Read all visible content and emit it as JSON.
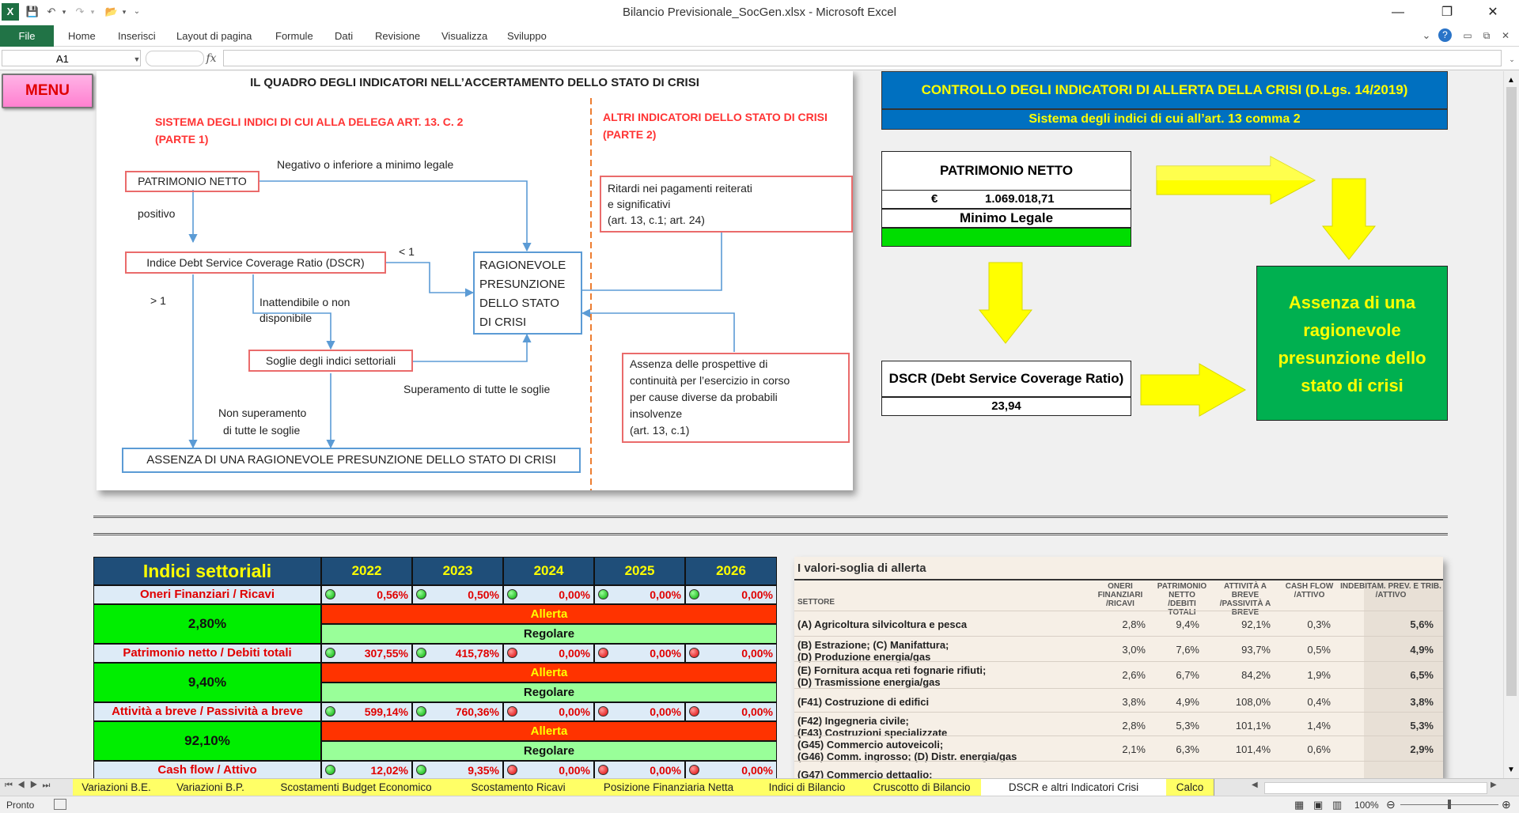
{
  "window": {
    "title": "Bilancio Previsionale_SocGen.xlsx  -  Microsoft Excel",
    "minimize_glyph": "—",
    "restore_glyph": "❐",
    "close_glyph": "✕"
  },
  "ribbon": {
    "file": "File",
    "tabs": [
      "Home",
      "Inserisci",
      "Layout di pagina",
      "Formule",
      "Dati",
      "Revisione",
      "Visualizza",
      "Sviluppo"
    ]
  },
  "formula_bar": {
    "name_box": "A1",
    "fx": "fx",
    "content": ""
  },
  "menu_button": "MENU",
  "diagram": {
    "title": "IL QUADRO DEGLI INDICATORI NELL’ACCERTAMENTO DELLO STATO DI CRISI",
    "left_heading_1": "SISTEMA DEGLI INDICI DI CUI ALLA DELEGA ART. 13. C. 2",
    "left_heading_2": "(PARTE 1)",
    "right_heading_1": "ALTRI INDICATORI DELLO STATO DI CRISI",
    "right_heading_2": "(PARTE 2)",
    "patrimonio": "PATRIMONIO NETTO",
    "negativo": "Negativo o inferiore a minimo legale",
    "positivo": "positivo",
    "dscr": "Indice Debt Service Coverage Ratio (DSCR)",
    "lt1": "< 1",
    "gt1": "> 1",
    "inattendibile_1": "Inattendibile o non",
    "inattendibile_2": "disponibile",
    "ragionevole": [
      "RAGIONEVOLE",
      "PRESUNZIONE",
      "DELLO STATO",
      "DI CRISI"
    ],
    "soglie": "Soglie degli indici settoriali",
    "superamento": "Superamento di tutte le soglie",
    "non_superamento_1": "Non superamento",
    "non_superamento_2": "di tutte le soglie",
    "assenza": "ASSENZA DI UNA RAGIONEVOLE PRESUNZIONE  DELLO STATO DI CRISI",
    "ritardi": [
      "Ritardi nei pagamenti reiterati",
      "e significativi",
      "(art. 13, c.1; art. 24)"
    ],
    "prospettive": [
      "Assenza delle prospettive di",
      "continuità per l’esercizio in corso",
      "per cause diverse da probabili",
      "insolvenze",
      "(art. 13, c.1)"
    ]
  },
  "controllo": {
    "title": "CONTROLLO DEGLI INDICATORI DI ALLERTA DELLA CRISI (D.Lgs. 14/2019)",
    "subtitle": "Sistema degli indici di cui all’art. 13 comma 2",
    "pn_label": "PATRIMONIO NETTO",
    "currency": "€",
    "pn_value": "1.069.018,71",
    "minimo": "Minimo Legale",
    "dscr_label": "DSCR (Debt Service Coverage Ratio)",
    "dscr_value": "23,94",
    "result": "Assenza di una ragionevole presunzione dello stato di crisi",
    "colors": {
      "blue": "#0070c0",
      "yellow": "#ffff00",
      "green": "#00b050",
      "bright_green": "#00dd00"
    }
  },
  "indici": {
    "title": "Indici settoriali",
    "years": [
      "2022",
      "2023",
      "2024",
      "2025",
      "2026"
    ],
    "allerta": "Allerta",
    "regolare": "Regolare",
    "rows": [
      {
        "label": "Oneri Finanziari / Ricavi",
        "threshold": "2,80%",
        "values": [
          "0,56%",
          "0,50%",
          "0,00%",
          "0,00%",
          "0,00%"
        ],
        "lights": [
          "green",
          "green",
          "green",
          "green",
          "green"
        ]
      },
      {
        "label": "Patrimonio netto / Debiti totali",
        "threshold": "9,40%",
        "values": [
          "307,55%",
          "415,78%",
          "0,00%",
          "0,00%",
          "0,00%"
        ],
        "lights": [
          "green",
          "green",
          "red",
          "red",
          "red"
        ]
      },
      {
        "label": "Attività a breve / Passività a breve",
        "threshold": "92,10%",
        "values": [
          "599,14%",
          "760,36%",
          "0,00%",
          "0,00%",
          "0,00%"
        ],
        "lights": [
          "green",
          "green",
          "red",
          "red",
          "red"
        ]
      },
      {
        "label": "Cash flow / Attivo",
        "threshold": "",
        "values": [
          "12,02%",
          "9,35%",
          "0,00%",
          "0,00%",
          "0,00%"
        ],
        "lights": [
          "green",
          "green",
          "red",
          "red",
          "red"
        ]
      }
    ]
  },
  "soglia_table": {
    "title": "I valori-soglia di allerta",
    "headers": [
      "SETTORE",
      "ONERI FINANZIARI /RICAVI",
      "PATRIMONIO NETTO /DEBITI TOTALI",
      "ATTIVITÀ A BREVE /PASSIVITÀ A BREVE",
      "CASH FLOW /ATTIVO",
      "INDEBITAM. PREV. E TRIB. /ATTIVO"
    ],
    "rows": [
      {
        "settore": [
          "(A) Agricoltura silvicoltura e pesca"
        ],
        "v": [
          "2,8%",
          "9,4%",
          "92,1%",
          "0,3%",
          "5,6%"
        ]
      },
      {
        "settore": [
          "(B) Estrazione; (C) Manifattura;",
          "(D) Produzione energia/gas"
        ],
        "v": [
          "3,0%",
          "7,6%",
          "93,7%",
          "0,5%",
          "4,9%"
        ]
      },
      {
        "settore": [
          "(E) Fornitura acqua reti fognarie rifiuti;",
          "(D) Trasmissione energia/gas"
        ],
        "v": [
          "2,6%",
          "6,7%",
          "84,2%",
          "1,9%",
          "6,5%"
        ]
      },
      {
        "settore": [
          "(F41) Costruzione di edifici"
        ],
        "v": [
          "3,8%",
          "4,9%",
          "108,0%",
          "0,4%",
          "3,8%"
        ]
      },
      {
        "settore": [
          "(F42) Ingegneria civile;",
          "(F43) Costruzioni specializzate"
        ],
        "v": [
          "2,8%",
          "5,3%",
          "101,1%",
          "1,4%",
          "5,3%"
        ]
      },
      {
        "settore": [
          "(G45) Commercio autoveicoli;",
          "(G46) Comm. ingrosso; (D) Distr. energia/gas"
        ],
        "v": [
          "2,1%",
          "6,3%",
          "101,4%",
          "0,6%",
          "2,9%"
        ]
      },
      {
        "settore": [
          "(G47) Commercio dettaglio;"
        ],
        "v": [
          "",
          "",
          "",
          "",
          ""
        ]
      }
    ]
  },
  "sheet_tabs": [
    "Variazioni B.E.",
    "Variazioni B.P.",
    "Scostamenti Budget Economico",
    "Scostamento Ricavi",
    "Posizione Finanziaria Netta",
    "Indici di Bilancio",
    "Cruscotto di Bilancio",
    "DSCR e altri Indicatori Crisi",
    "Calco"
  ],
  "active_tab": "DSCR e altri Indicatori Crisi",
  "status": {
    "ready": "Pronto",
    "zoom": "100%"
  }
}
